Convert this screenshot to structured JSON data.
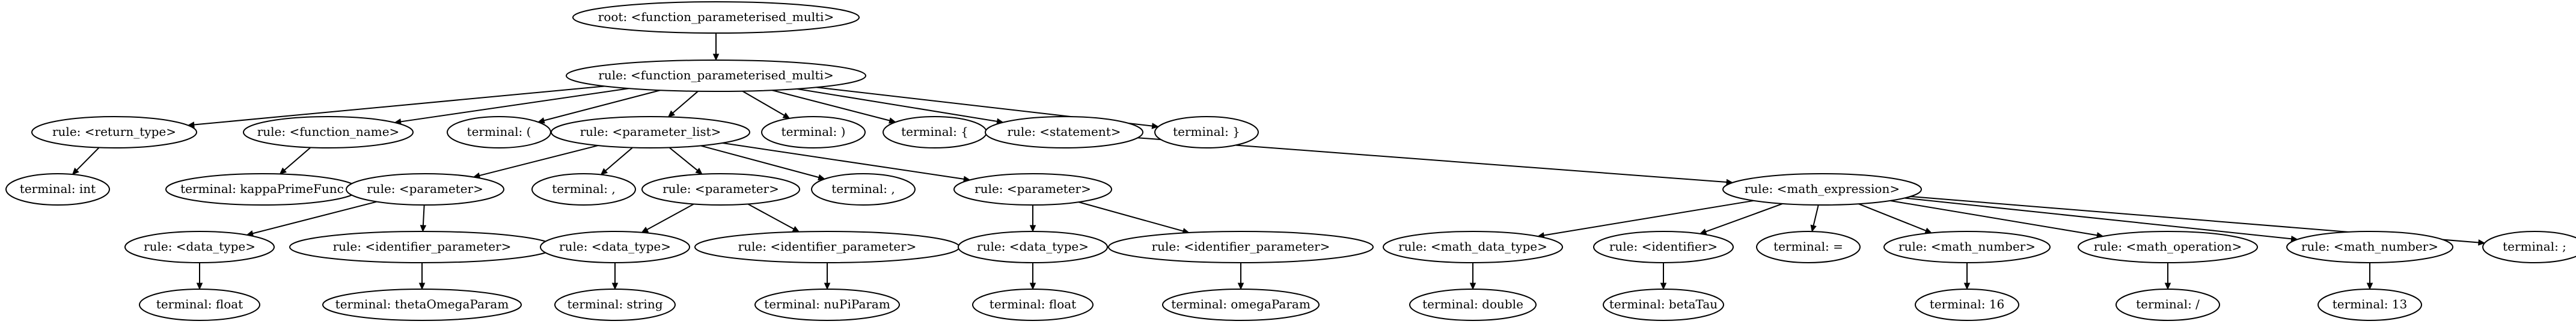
{
  "diagram": {
    "nodes": [
      {
        "id": "n0",
        "label": "root: <function_parameterised_multi>"
      },
      {
        "id": "n1",
        "label": "rule: <function_parameterised_multi>"
      },
      {
        "id": "n2",
        "label": "rule: <return_type>"
      },
      {
        "id": "n3",
        "label": "rule: <function_name>"
      },
      {
        "id": "n4",
        "label": "terminal: ("
      },
      {
        "id": "n5",
        "label": "rule: <parameter_list>"
      },
      {
        "id": "n6",
        "label": "terminal: )"
      },
      {
        "id": "n7",
        "label": "terminal: {"
      },
      {
        "id": "n8",
        "label": "rule: <statement>"
      },
      {
        "id": "n9",
        "label": "terminal: }"
      },
      {
        "id": "n10",
        "label": "terminal: int"
      },
      {
        "id": "n11",
        "label": "terminal: kappaPrimeFunc"
      },
      {
        "id": "n12",
        "label": "rule: <parameter>"
      },
      {
        "id": "n13",
        "label": "terminal: ,"
      },
      {
        "id": "n14",
        "label": "rule: <parameter>"
      },
      {
        "id": "n15",
        "label": "terminal: ,"
      },
      {
        "id": "n16",
        "label": "rule: <parameter>"
      },
      {
        "id": "n17",
        "label": "rule: <math_expression>"
      },
      {
        "id": "n18",
        "label": "rule: <data_type>"
      },
      {
        "id": "n19",
        "label": "rule: <identifier_parameter>"
      },
      {
        "id": "n20",
        "label": "rule: <data_type>"
      },
      {
        "id": "n21",
        "label": "rule: <identifier_parameter>"
      },
      {
        "id": "n22",
        "label": "rule: <data_type>"
      },
      {
        "id": "n23",
        "label": "rule: <identifier_parameter>"
      },
      {
        "id": "n24",
        "label": "rule: <math_data_type>"
      },
      {
        "id": "n25",
        "label": "rule: <identifier>"
      },
      {
        "id": "n26",
        "label": "terminal: ="
      },
      {
        "id": "n27",
        "label": "rule: <math_number>"
      },
      {
        "id": "n28",
        "label": "rule: <math_operation>"
      },
      {
        "id": "n29",
        "label": "rule: <math_number>"
      },
      {
        "id": "n30",
        "label": "terminal: ;"
      },
      {
        "id": "n31",
        "label": "terminal: float"
      },
      {
        "id": "n32",
        "label": "terminal: thetaOmegaParam"
      },
      {
        "id": "n33",
        "label": "terminal: string"
      },
      {
        "id": "n34",
        "label": "terminal: nuPiParam"
      },
      {
        "id": "n35",
        "label": "terminal: float"
      },
      {
        "id": "n36",
        "label": "terminal: omegaParam"
      },
      {
        "id": "n37",
        "label": "terminal: double"
      },
      {
        "id": "n38",
        "label": "terminal: betaTau"
      },
      {
        "id": "n39",
        "label": "terminal: 16"
      },
      {
        "id": "n40",
        "label": "terminal: /"
      },
      {
        "id": "n41",
        "label": "terminal: 13"
      }
    ],
    "edges": [
      [
        "n0",
        "n1"
      ],
      [
        "n1",
        "n2"
      ],
      [
        "n1",
        "n3"
      ],
      [
        "n1",
        "n4"
      ],
      [
        "n1",
        "n5"
      ],
      [
        "n1",
        "n6"
      ],
      [
        "n1",
        "n7"
      ],
      [
        "n1",
        "n8"
      ],
      [
        "n1",
        "n9"
      ],
      [
        "n2",
        "n10"
      ],
      [
        "n3",
        "n11"
      ],
      [
        "n5",
        "n12"
      ],
      [
        "n5",
        "n13"
      ],
      [
        "n5",
        "n14"
      ],
      [
        "n5",
        "n15"
      ],
      [
        "n5",
        "n16"
      ],
      [
        "n8",
        "n17"
      ],
      [
        "n12",
        "n18"
      ],
      [
        "n12",
        "n19"
      ],
      [
        "n14",
        "n20"
      ],
      [
        "n14",
        "n21"
      ],
      [
        "n16",
        "n22"
      ],
      [
        "n16",
        "n23"
      ],
      [
        "n17",
        "n24"
      ],
      [
        "n17",
        "n25"
      ],
      [
        "n17",
        "n26"
      ],
      [
        "n17",
        "n27"
      ],
      [
        "n17",
        "n28"
      ],
      [
        "n17",
        "n29"
      ],
      [
        "n17",
        "n30"
      ],
      [
        "n18",
        "n31"
      ],
      [
        "n19",
        "n32"
      ],
      [
        "n20",
        "n33"
      ],
      [
        "n21",
        "n34"
      ],
      [
        "n22",
        "n35"
      ],
      [
        "n23",
        "n36"
      ],
      [
        "n24",
        "n37"
      ],
      [
        "n25",
        "n38"
      ],
      [
        "n27",
        "n39"
      ],
      [
        "n28",
        "n40"
      ],
      [
        "n29",
        "n41"
      ]
    ]
  }
}
